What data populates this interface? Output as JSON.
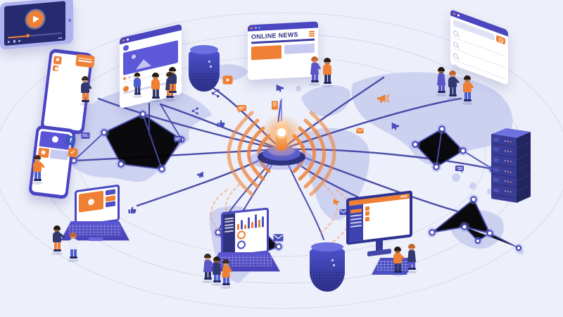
{
  "scene": {
    "description": "Isometric illustration of a global online-news broadcasting network over a world map",
    "background_color": "#edeffa",
    "map_color": "#c8ccef",
    "network_color": "#4145a8",
    "accent_orange": "#ee7f33",
    "accent_navy": "#2d3185",
    "accent_purple": "#4a46c0"
  },
  "news_window": {
    "title": "ONLINE NEWS"
  },
  "glyphs": {
    "facebook": "f",
    "check": "✓"
  },
  "video_player": {
    "progress_percent": 38
  },
  "server_rack": {
    "units": 6
  },
  "search_window": {
    "result_rows": 4
  },
  "devices": [
    "social-feed-phone",
    "profile-phone",
    "social-post-card",
    "online-news-browser",
    "smart-speaker-top",
    "video-tablet",
    "search-results-browser",
    "server-rack",
    "video-laptop",
    "analytics-laptop",
    "news-desktop",
    "smart-speaker-bottom"
  ],
  "icons": [
    "megaphone",
    "share",
    "thumbs-up",
    "chat-bubble",
    "document",
    "envelope",
    "play-badge",
    "search",
    "panel-card"
  ],
  "people_count": 18,
  "hub": {
    "type": "broadcast-beacon",
    "glow_color": "#f79a4d"
  }
}
